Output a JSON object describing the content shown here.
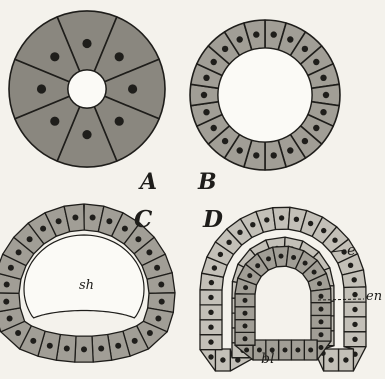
{
  "figure": {
    "panels": [
      {
        "id": "A",
        "label": "A"
      },
      {
        "id": "B",
        "label": "B"
      },
      {
        "id": "C",
        "label": "C"
      },
      {
        "id": "D",
        "label": "D"
      }
    ],
    "annotations": {
      "cavity_c": "sh",
      "cavity_d": "bl",
      "outer_layer": "e",
      "inner_layer": "en"
    }
  },
  "colors": {
    "paper": "#f4f2ec",
    "ink": "#1e1d1a",
    "cell_fill_dark": "#8a877f",
    "cell_fill_medium": "#a19e96",
    "cell_fill_light": "#c3c0b8",
    "nucleus": "#1f1e1b",
    "cavity": "#fbfaf6"
  }
}
